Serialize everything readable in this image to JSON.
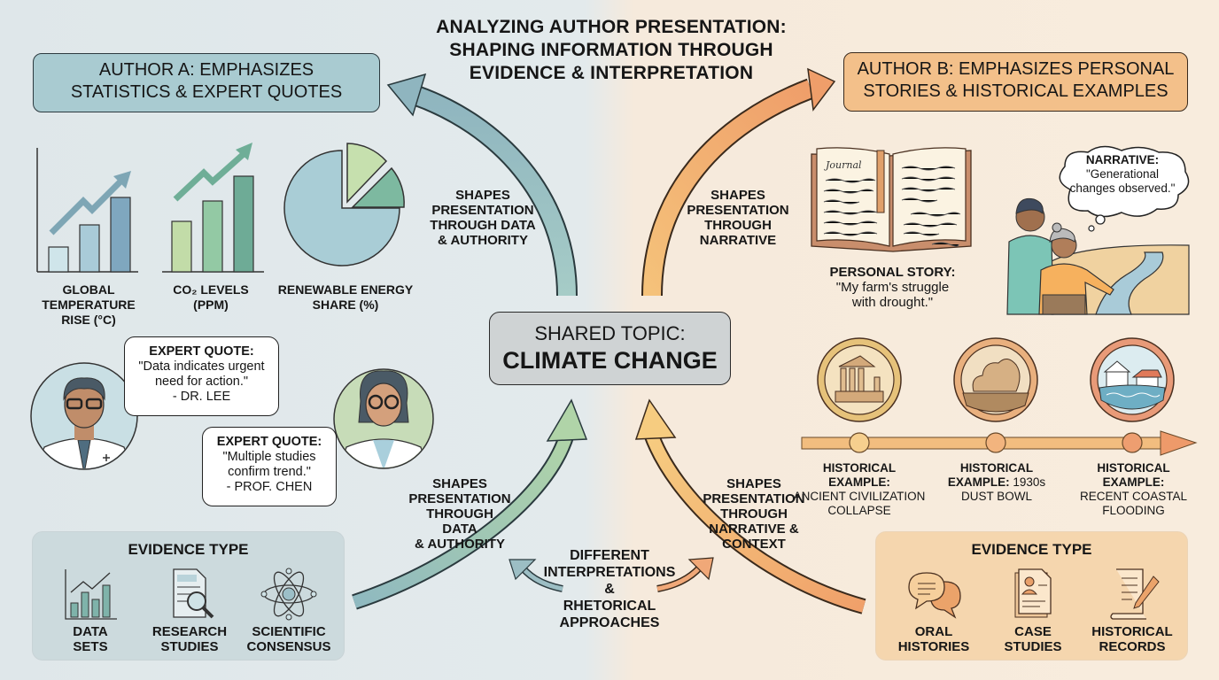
{
  "title": {
    "line1": "ANALYZING AUTHOR PRESENTATION:",
    "line2": "SHAPING INFORMATION THROUGH",
    "line3": "EVIDENCE & INTERPRETATION"
  },
  "author_a": {
    "line1": "AUTHOR A: EMPHASIZES",
    "line2": "STATISTICS & EXPERT QUOTES",
    "color": "#a9cbd1"
  },
  "author_b": {
    "line1": "AUTHOR B: EMPHASIZES PERSONAL",
    "line2": "STORIES & HISTORICAL EXAMPLES",
    "color": "#f3c08a"
  },
  "shared_topic": {
    "label": "SHARED TOPIC:",
    "topic": "CLIMATE CHANGE"
  },
  "charts": {
    "temperature": {
      "line1": "GLOBAL",
      "line2": "TEMPERATURE",
      "line3": "RISE (°C)"
    },
    "co2": {
      "line1": "CO₂ LEVELS",
      "line2": "(PPM)"
    },
    "renewable": {
      "line1": "RENEWABLE ENERGY",
      "line2": "SHARE (%)"
    }
  },
  "arrows": {
    "a_top": {
      "line1": "SHAPES",
      "line2": "PRESENTATION",
      "line3": "THROUGH DATA",
      "line4": "& AUTHORITY"
    },
    "b_top": {
      "line1": "SHAPES",
      "line2": "PRESENTATION",
      "line3": "THROUGH",
      "line4": "NARRATIVE"
    },
    "a_bottom": {
      "line1": "SHAPES",
      "line2": "PRESENTATION",
      "line3": "THROUGH DATA",
      "line4": "& AUTHORITY"
    },
    "b_bottom": {
      "line1": "SHAPES",
      "line2": "PRESENTATION",
      "line3": "THROUGH",
      "line4": "NARRATIVE &",
      "line5": "CONTEXT"
    },
    "middle": {
      "line1": "DIFFERENT",
      "line2": "INTERPRETATIONS",
      "line3": "&",
      "line4": "RHETORICAL",
      "line5": "APPROACHES"
    }
  },
  "quotes": [
    {
      "heading": "EXPERT QUOTE:",
      "line1": "\"Data indicates urgent",
      "line2": "need for action.\"",
      "attribution": "- DR. LEE"
    },
    {
      "heading": "EXPERT QUOTE:",
      "line1": "\"Multiple studies",
      "line2": "confirm trend.\"",
      "attribution": "- PROF. CHEN"
    }
  ],
  "personal_story": {
    "heading": "PERSONAL STORY:",
    "line1": "\"My farm's struggle",
    "line2": "with drought.\"",
    "journal_title": "Journal"
  },
  "narrative": {
    "heading": "NARRATIVE:",
    "line1": "\"Generational",
    "line2": "changes observed.\""
  },
  "historical_examples": [
    {
      "heading1": "HISTORICAL",
      "heading2": "EXAMPLE:",
      "detail1": "ANCIENT CIVILIZATION",
      "detail2": "COLLAPSE"
    },
    {
      "heading1": "HISTORICAL",
      "heading2": "EXAMPLE:",
      "inline": "1930s",
      "detail1": "DUST BOWL",
      "detail2": ""
    },
    {
      "heading1": "HISTORICAL",
      "heading2": "EXAMPLE:",
      "detail1": "RECENT COASTAL",
      "detail2": "FLOODING"
    }
  ],
  "evidence_a": {
    "title": "EVIDENCE TYPE",
    "items": [
      {
        "icon": "bar-chart-icon",
        "line1": "DATA",
        "line2": "SETS"
      },
      {
        "icon": "document-search-icon",
        "line1": "RESEARCH",
        "line2": "STUDIES"
      },
      {
        "icon": "atom-icon",
        "line1": "SCIENTIFIC",
        "line2": "CONSENSUS"
      }
    ]
  },
  "evidence_b": {
    "title": "EVIDENCE TYPE",
    "items": [
      {
        "icon": "speech-bubbles-icon",
        "line1": "ORAL",
        "line2": "HISTORIES"
      },
      {
        "icon": "profile-document-icon",
        "line1": "CASE",
        "line2": "STUDIES"
      },
      {
        "icon": "scroll-pen-icon",
        "line1": "HISTORICAL",
        "line2": "RECORDS"
      }
    ]
  },
  "colors": {
    "left_bg": "#e0e8eb",
    "right_bg": "#f7ebdc",
    "teal_arrow": "#8fb9bf",
    "green_arrow": "#a9cfa8",
    "orange_arrow": "#f0a36a",
    "yellow_arrow": "#f3c27a"
  }
}
